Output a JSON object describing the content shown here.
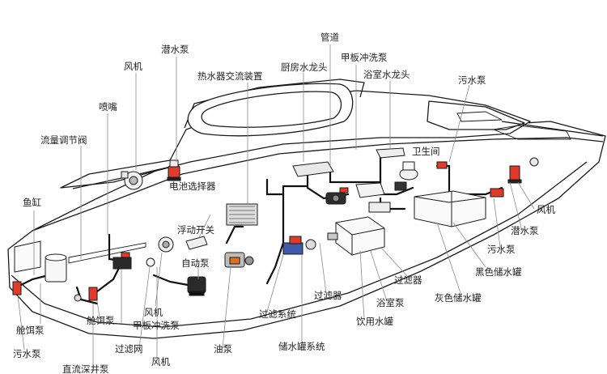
{
  "labels": {
    "qianshuibeng_top": "潜水泵",
    "fengji_top": "风机",
    "guandao": "管道",
    "jiabanchongxibeng_top": "甲板冲洗泵",
    "reshuiqi": "热水器交流装置",
    "chufang": "厨房水龙头",
    "yushi_longtou": "浴室水龙头",
    "wushuibeng_top": "污水泵",
    "penzui": "喷嘴",
    "liuliang": "流量调节阀",
    "weishengjian": "卫生间",
    "dianchi": "电池选择器",
    "yugang": "鱼缸",
    "fudong": "浮动开关",
    "zidong": "自动泵",
    "fengji_right": "风机",
    "qianshuibeng_right": "潜水泵",
    "wushuibeng_right": "污水泵",
    "heise": "黑色储水罐",
    "huise": "灰色储水罐",
    "guolvqi_1": "过滤器",
    "guolvqi_2": "过滤器",
    "yushibeng": "浴室泵",
    "yinyong": "饮用水罐",
    "fengji_mid": "风机",
    "jiabanchongxibeng_mid": "甲板冲洗泵",
    "guolvxitong": "过滤系统",
    "cangerbeng_1": "舱饵泵",
    "cangerbeng_2": "舱饵泵",
    "guolvwang": "过滤网",
    "youbeng": "油泵",
    "chushui": "储水罐系统",
    "wushuibeng_left": "污水泵",
    "zhiliu": "直流深井泵",
    "fengji_bottom": "风机"
  }
}
